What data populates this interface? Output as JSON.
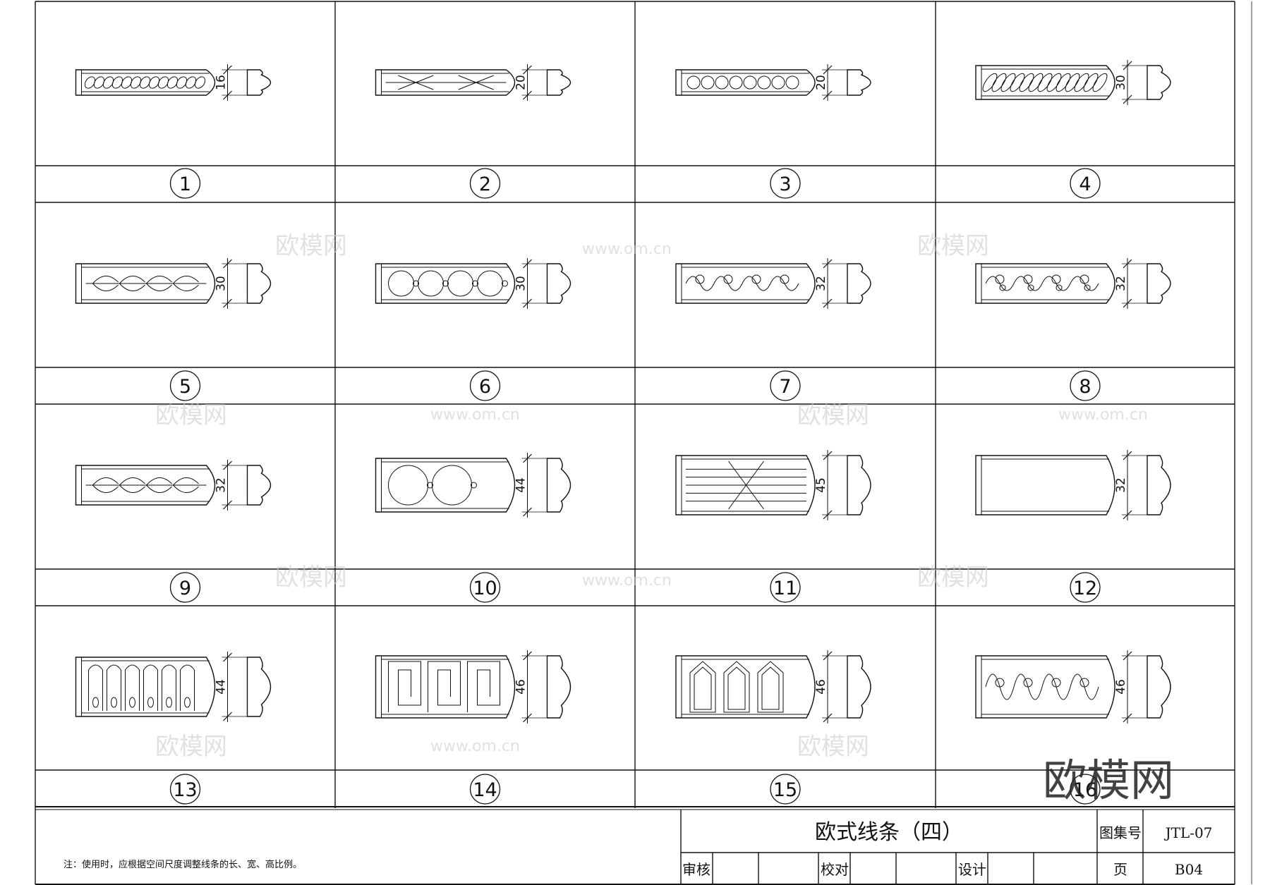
{
  "drawing": {
    "title": "欧式线条（四）",
    "note": "注：使用时，应根据空间尺度调整线条的长、宽、高比例。",
    "atlas_label": "图集号",
    "atlas_value": "JTL-07",
    "page_label": "页",
    "page_value": "B04",
    "review_label": "审核",
    "check_label": "校对",
    "design_label": "设计"
  },
  "cells": [
    {
      "num": "1",
      "dim": "16",
      "pattern": "rope"
    },
    {
      "num": "2",
      "dim": "20",
      "pattern": "cross"
    },
    {
      "num": "3",
      "dim": "20",
      "pattern": "beads"
    },
    {
      "num": "4",
      "dim": "30",
      "pattern": "rope"
    },
    {
      "num": "5",
      "dim": "30",
      "pattern": "leaves"
    },
    {
      "num": "6",
      "dim": "30",
      "pattern": "circles"
    },
    {
      "num": "7",
      "dim": "32",
      "pattern": "scroll"
    },
    {
      "num": "8",
      "dim": "32",
      "pattern": "grapes"
    },
    {
      "num": "9",
      "dim": "32",
      "pattern": "laurel"
    },
    {
      "num": "10",
      "dim": "44",
      "pattern": "circles"
    },
    {
      "num": "11",
      "dim": "45",
      "pattern": "ribbon"
    },
    {
      "num": "12",
      "dim": "32",
      "pattern": "plain"
    },
    {
      "num": "13",
      "dim": "44",
      "pattern": "arches"
    },
    {
      "num": "14",
      "dim": "46",
      "pattern": "fret"
    },
    {
      "num": "15",
      "dim": "46",
      "pattern": "gothic"
    },
    {
      "num": "16",
      "dim": "46",
      "pattern": "vine"
    }
  ],
  "watermarks": {
    "brand": "欧模网",
    "url": "www.om.cn"
  }
}
